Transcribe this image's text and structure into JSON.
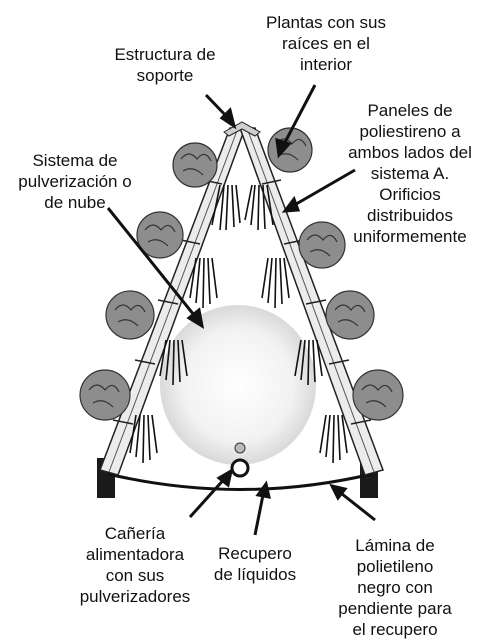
{
  "labels": {
    "structure": "Estructura de\nsoporte",
    "plants": "Plantas con sus\nraíces en el\ninterior",
    "panels": "Paneles de\npoliestireno a\nambos lados del\nsistema A.\nOrificios\ndistribuidos\nuniformemente",
    "spray": "Sistema de\npulverización o\nde nube",
    "pipe": "Cañería\nalimentadora\ncon sus\npulverizadores",
    "recovery": "Recupero\nde líquidos",
    "film": "Lámina de\npolietileno\nnegro con\npendiente para\nel recupero"
  }
}
